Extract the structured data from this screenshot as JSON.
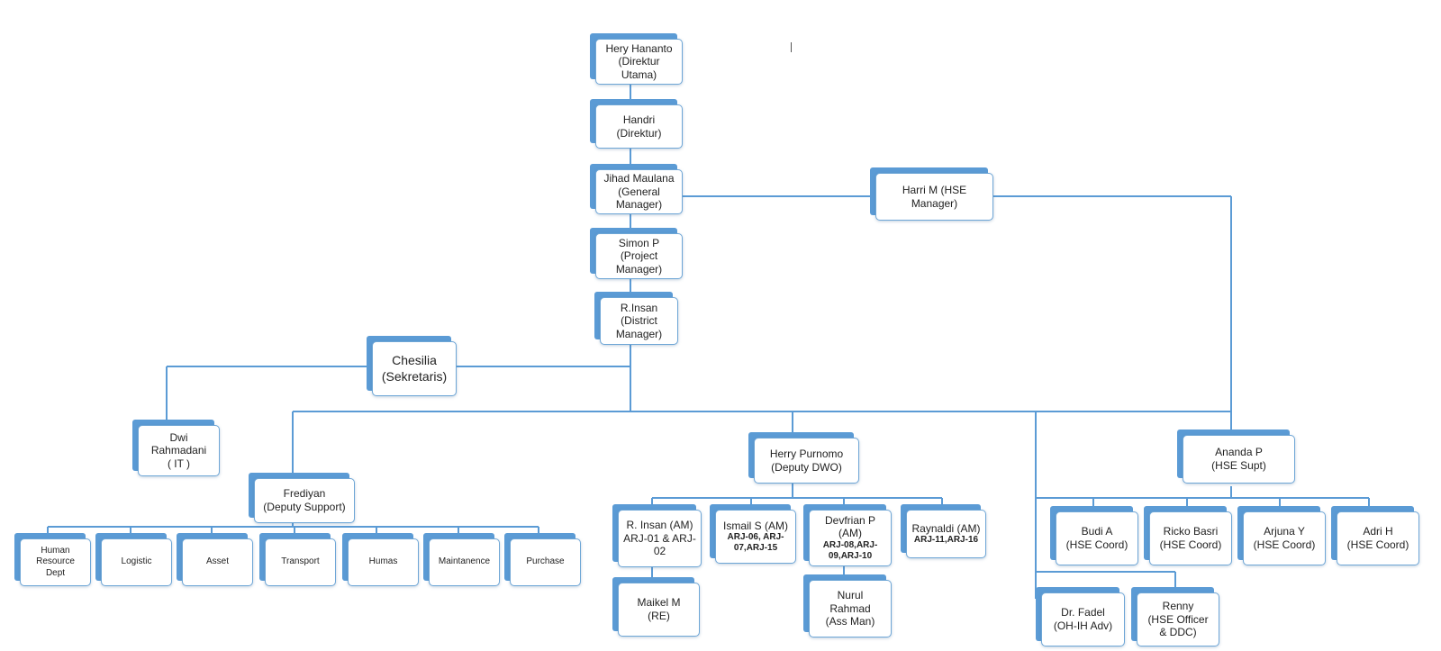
{
  "chart": {
    "nodes": {
      "direktur_utama": {
        "name": "Hery Hananto",
        "role": "(Direktur\nUtama)"
      },
      "direktur": {
        "name": "Handri",
        "role": "(Direktur)"
      },
      "general_manager": {
        "name": "Jihad Maulana",
        "role": "(General\nManager)"
      },
      "hse_manager": {
        "name": "Harri M (HSE\nManager)",
        "role": ""
      },
      "project_manager": {
        "name": "Simon P",
        "role": "(Project\nManager)"
      },
      "district_manager": {
        "name": "R.Insan",
        "role": "(District\nManager)"
      },
      "sekretaris": {
        "name": "Chesilia",
        "role": "(Sekretaris)"
      },
      "it": {
        "name": "Dwi\nRahmadani",
        "role": "( IT )"
      },
      "deputy_support": {
        "name": "Frediyan",
        "role": "(Deputy Support)"
      },
      "deputy_dwo": {
        "name": "Herry Purnomo",
        "role": "(Deputy DWO)"
      },
      "hse_supt": {
        "name": "Ananda P",
        "role": "(HSE Supt)"
      },
      "hr": {
        "name": "Human\nResource\nDept",
        "role": ""
      },
      "logistic": {
        "name": "Logistic",
        "role": ""
      },
      "asset": {
        "name": "Asset",
        "role": ""
      },
      "transport": {
        "name": "Transport",
        "role": ""
      },
      "humas": {
        "name": "Humas",
        "role": ""
      },
      "maintanence": {
        "name": "Maintanence",
        "role": ""
      },
      "purchase": {
        "name": "Purchase",
        "role": ""
      },
      "am_insan": {
        "name": "R. Insan (AM)\nARJ-01 & ARJ-\n02",
        "role": ""
      },
      "am_ismail": {
        "name": "Ismail S (AM)",
        "role": "ARJ-06, ARJ-\n07,ARJ-15"
      },
      "am_devfrian": {
        "name": "Devfrian P\n(AM)",
        "role": "ARJ-08,ARJ-\n09,ARJ-10"
      },
      "am_raynaldi": {
        "name": "Raynaldi (AM)",
        "role": "ARJ-11,ARJ-16"
      },
      "re_maikel": {
        "name": "Maikel M",
        "role": "(RE)"
      },
      "ass_nurul": {
        "name": "Nurul\nRahmad",
        "role": "(Ass Man)"
      },
      "coord_budi": {
        "name": "Budi A",
        "role": "(HSE Coord)"
      },
      "coord_ricko": {
        "name": "Ricko Basri",
        "role": "(HSE Coord)"
      },
      "coord_arjuna": {
        "name": "Arjuna Y",
        "role": "(HSE Coord)"
      },
      "coord_adri": {
        "name": "Adri H",
        "role": "(HSE Coord)"
      },
      "oh_fadel": {
        "name": "Dr. Fadel",
        "role": "(OH-IH Adv)"
      },
      "officer_renny": {
        "name": "Renny",
        "role": "(HSE Officer\n& DDC)"
      }
    }
  },
  "colors": {
    "line": "#5b9bd5",
    "box_back": "#5b9bd5",
    "box_border": "#6ea6d6"
  }
}
